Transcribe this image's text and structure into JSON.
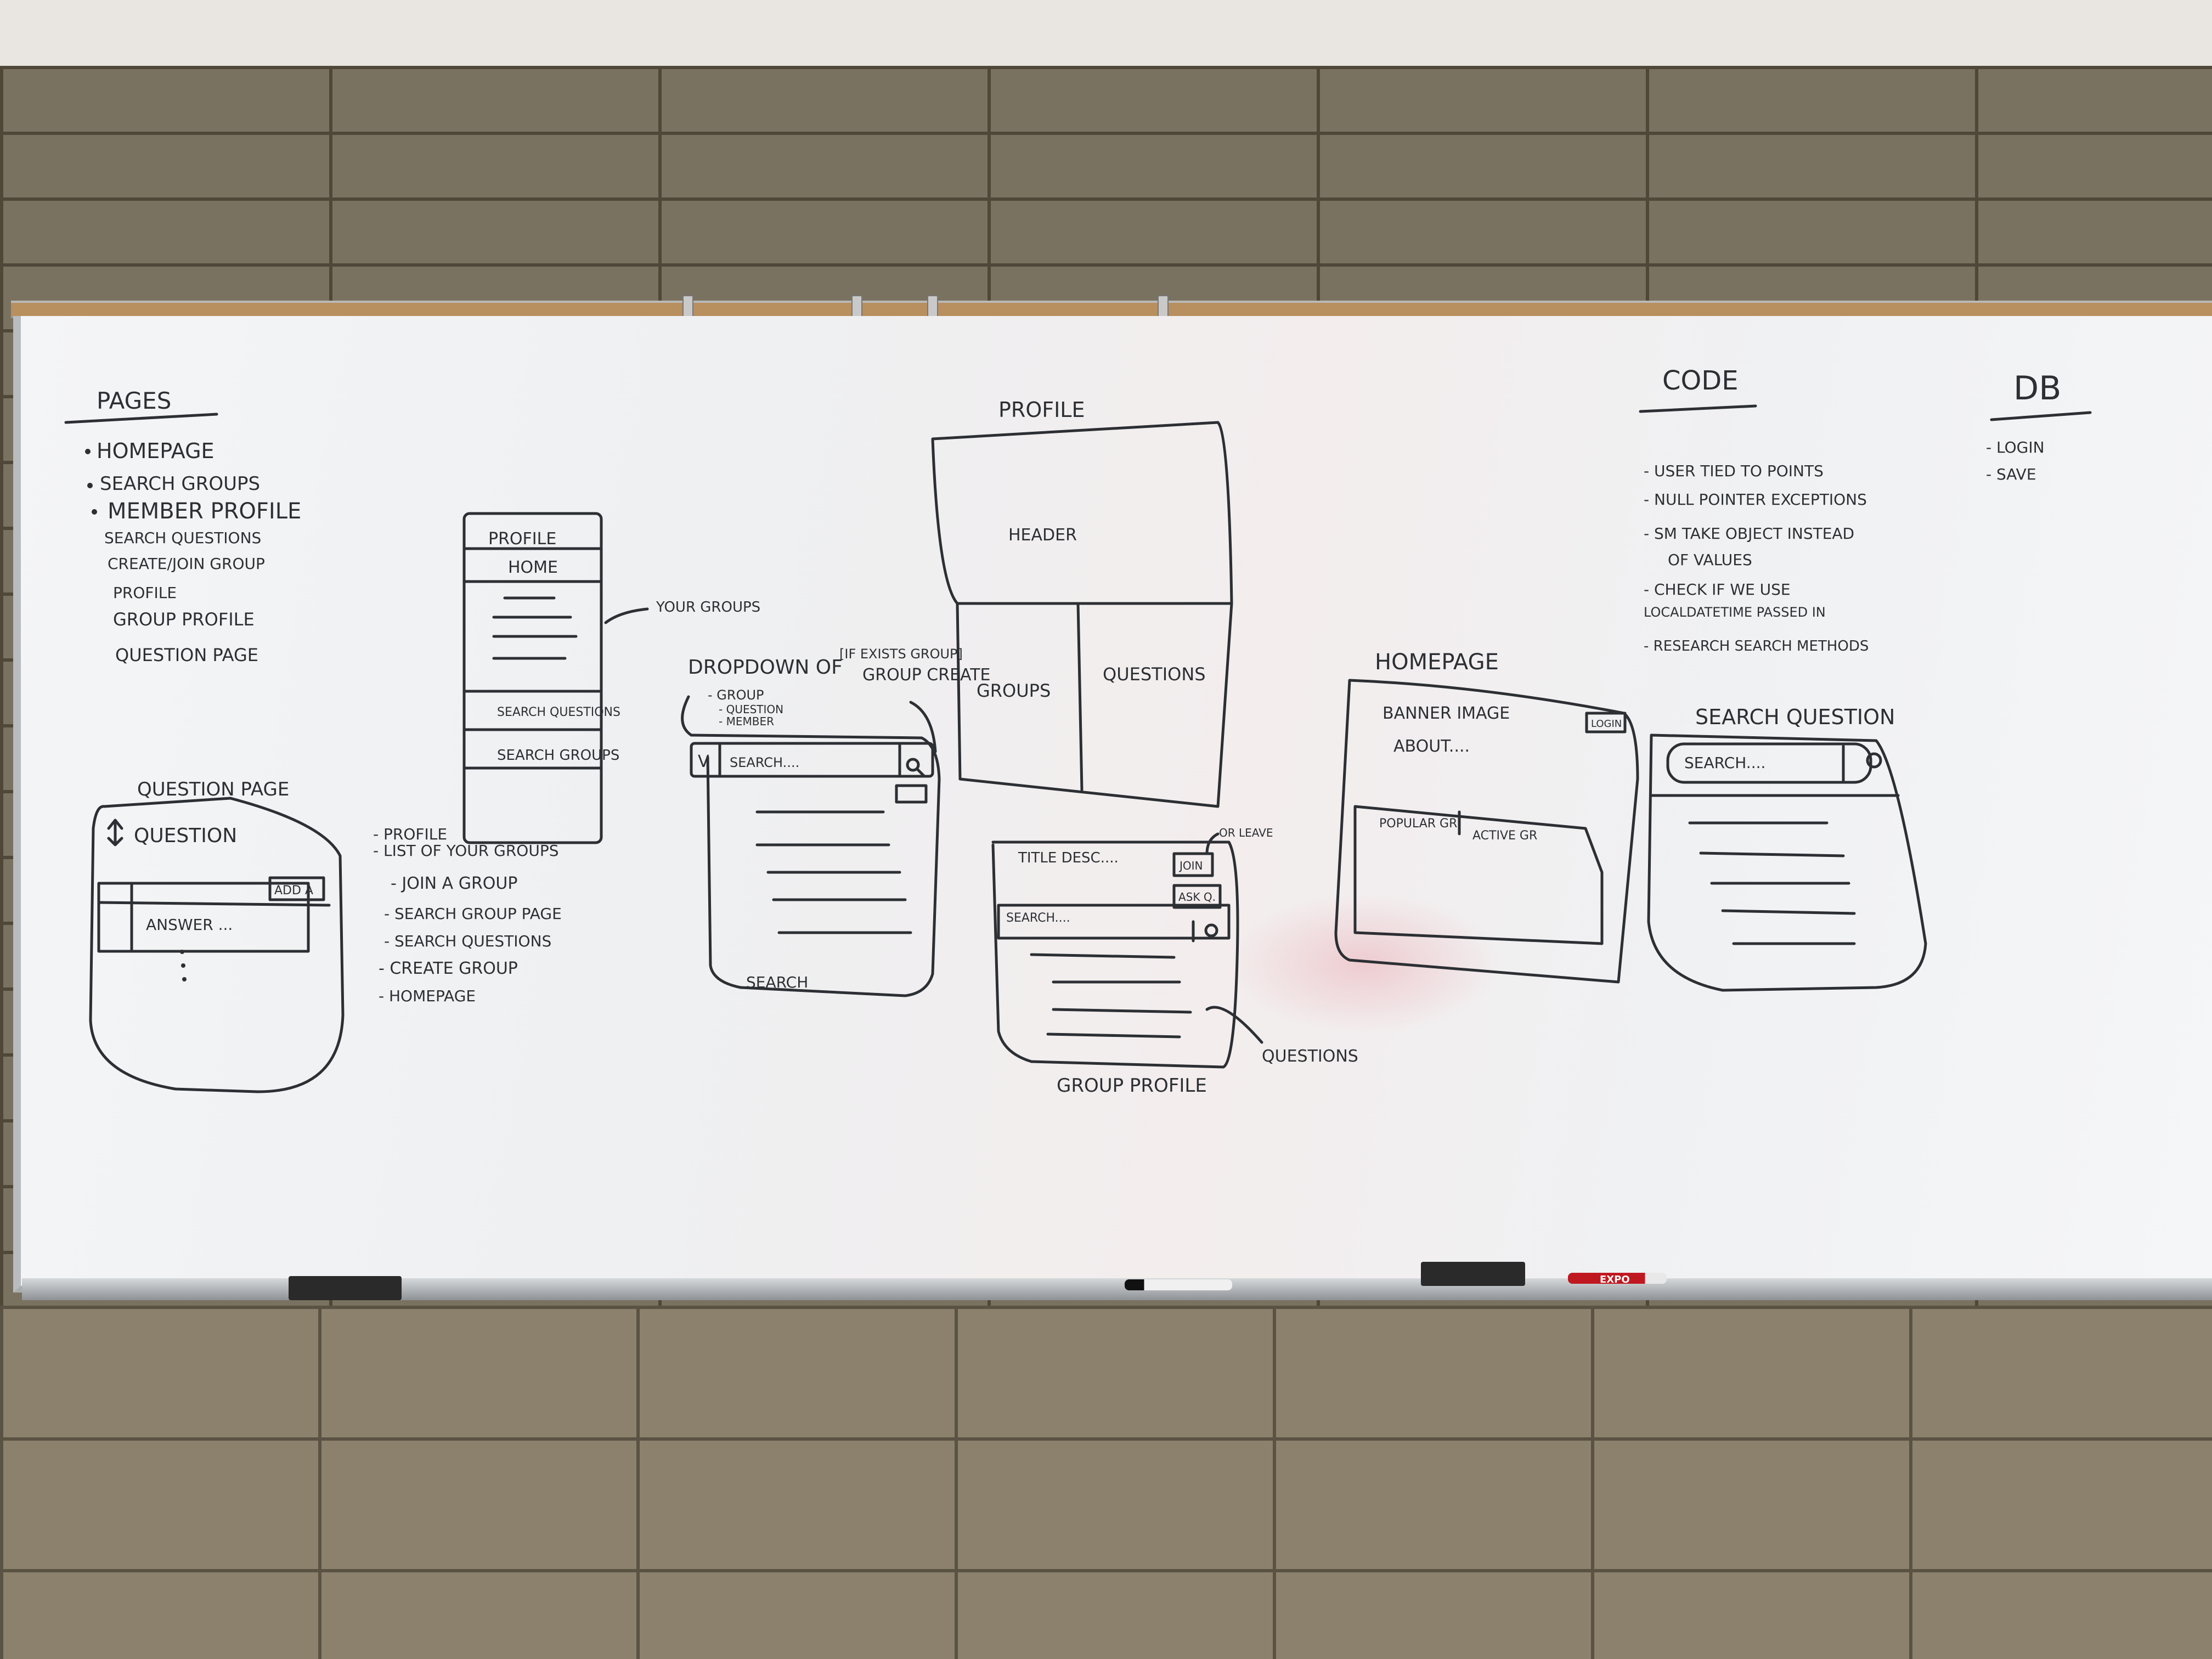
{
  "pages": {
    "title": "PAGES",
    "items": [
      "HOMEPAGE",
      "SEARCH GROUPS",
      "MEMBER PROFILE",
      "SEARCH QUESTIONS",
      "CREATE/JOIN GROUP",
      "PROFILE",
      "GROUP PROFILE",
      "QUESTION PAGE"
    ]
  },
  "nav_sketch": {
    "profile": "PROFILE",
    "home": "HOME",
    "search_questions": "SEARCH QUESTIONS",
    "search_groups": "SEARCH GROUPS",
    "your_groups": "YOUR GROUPS"
  },
  "profile_list": [
    "- PROFILE",
    "- LIST OF YOUR GROUPS",
    "- JOIN A GROUP",
    "- SEARCH GROUP PAGE",
    "- SEARCH QUESTIONS",
    "- CREATE GROUP",
    "- HOMEPAGE"
  ],
  "question_page": {
    "title": "QUESTION PAGE",
    "question": "QUESTION",
    "add_a": "ADD A",
    "answer": "ANSWER ..."
  },
  "search_page": {
    "dropdown_note": "DROPDOWN OF",
    "dropdown_options": [
      "- GROUP",
      "- QUESTION",
      "- MEMBER"
    ],
    "search_placeholder": "SEARCH....",
    "label": "SEARCH",
    "exists_note": "[IF EXISTS GROUP]",
    "group_create": "GROUP CREATE"
  },
  "profile_sketch": {
    "title": "PROFILE",
    "header": "HEADER",
    "groups": "GROUPS",
    "questions": "QUESTIONS"
  },
  "group_profile": {
    "title_desc": "TITLE DESC....",
    "join": "JOIN",
    "or_leave": "OR LEAVE",
    "ask_q": "ASK Q.",
    "search_placeholder": "SEARCH....",
    "label": "GROUP PROFILE",
    "questions_note": "QUESTIONS"
  },
  "homepage_sketch": {
    "title": "HOMEPAGE",
    "banner": "BANNER IMAGE",
    "about": "ABOUT....",
    "login": "LOGIN",
    "tab_popular": "POPULAR GR",
    "tab_active": "ACTIVE GR"
  },
  "search_question_sketch": {
    "title": "SEARCH QUESTION",
    "search_placeholder": "SEARCH...."
  },
  "code": {
    "title": "CODE",
    "items": [
      "- USER TIED TO POINTS",
      "- NULL POINTER EXCEPTIONS",
      "- SM TAKE OBJECT INSTEAD",
      "OF VALUES",
      "- CHECK IF WE USE",
      "LOCALDATETIME PASSED IN",
      "- RESEARCH SEARCH METHODS"
    ]
  },
  "db": {
    "title": "DB",
    "items": [
      "- LOGIN",
      "- SAVE"
    ]
  },
  "marker_brand": "EXPO",
  "colors": {
    "ink": "#2c2f33",
    "wall": "#7a7260",
    "board": "#f2f3f5",
    "marker_red": "#d6202a"
  }
}
